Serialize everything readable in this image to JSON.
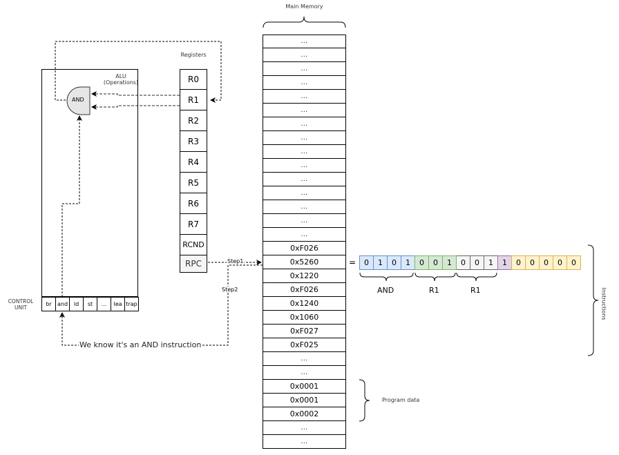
{
  "title": "Main Memory",
  "alu": {
    "label": "ALU",
    "sublabel": "(Operations)",
    "gate_label": "AND"
  },
  "control_unit": {
    "label_line1": "CONTROL",
    "label_line2": "UNIT",
    "ops": [
      "br",
      "and",
      "ld",
      "st",
      "...",
      "lea",
      "trap"
    ]
  },
  "registers": {
    "title": "Registers",
    "items": [
      "R0",
      "R1",
      "R2",
      "R3",
      "R4",
      "R5",
      "R6",
      "R7",
      "RCND",
      "RPC"
    ]
  },
  "memory": {
    "cells": [
      "...",
      "...",
      "...",
      "...",
      "...",
      "...",
      "...",
      "...",
      "...",
      "...",
      "...",
      "...",
      "...",
      "...",
      "...",
      "0xF026",
      "0x5260",
      "0x1220",
      "0xF026",
      "0x1240",
      "0x1060",
      "0xF027",
      "0xF025",
      "...",
      "...",
      "0x0001",
      "0x0001",
      "0x0002",
      "...",
      "..."
    ]
  },
  "arrows": {
    "step1": "Step1",
    "step2": "Step2",
    "decode_note": "We know it's an AND instruction"
  },
  "encoding": {
    "equals": "=",
    "bits": [
      {
        "v": "0",
        "group": "opcode"
      },
      {
        "v": "1",
        "group": "opcode"
      },
      {
        "v": "0",
        "group": "opcode"
      },
      {
        "v": "1",
        "group": "opcode"
      },
      {
        "v": "0",
        "group": "dr"
      },
      {
        "v": "0",
        "group": "dr"
      },
      {
        "v": "1",
        "group": "dr"
      },
      {
        "v": "0",
        "group": "sr1"
      },
      {
        "v": "0",
        "group": "sr1"
      },
      {
        "v": "1",
        "group": "sr1"
      },
      {
        "v": "1",
        "group": "mode"
      },
      {
        "v": "0",
        "group": "rest"
      },
      {
        "v": "0",
        "group": "rest"
      },
      {
        "v": "0",
        "group": "rest"
      },
      {
        "v": "0",
        "group": "rest"
      },
      {
        "v": "0",
        "group": "rest"
      }
    ],
    "group_labels": [
      "AND",
      "R1",
      "R1"
    ],
    "colors": {
      "opcode": {
        "fill": "#dae8fc",
        "stroke": "#6c8ebf"
      },
      "dr": {
        "fill": "#d5e8d4",
        "stroke": "#82b366"
      },
      "sr1": {
        "fill": "#f5f5f5",
        "stroke": "#666666"
      },
      "mode": {
        "fill": "#e1d5e7",
        "stroke": "#9673a6"
      },
      "rest": {
        "fill": "#fff2cc",
        "stroke": "#d6b656"
      }
    }
  },
  "annotations": {
    "instructions": "Instructions",
    "program_data": "Program data"
  }
}
